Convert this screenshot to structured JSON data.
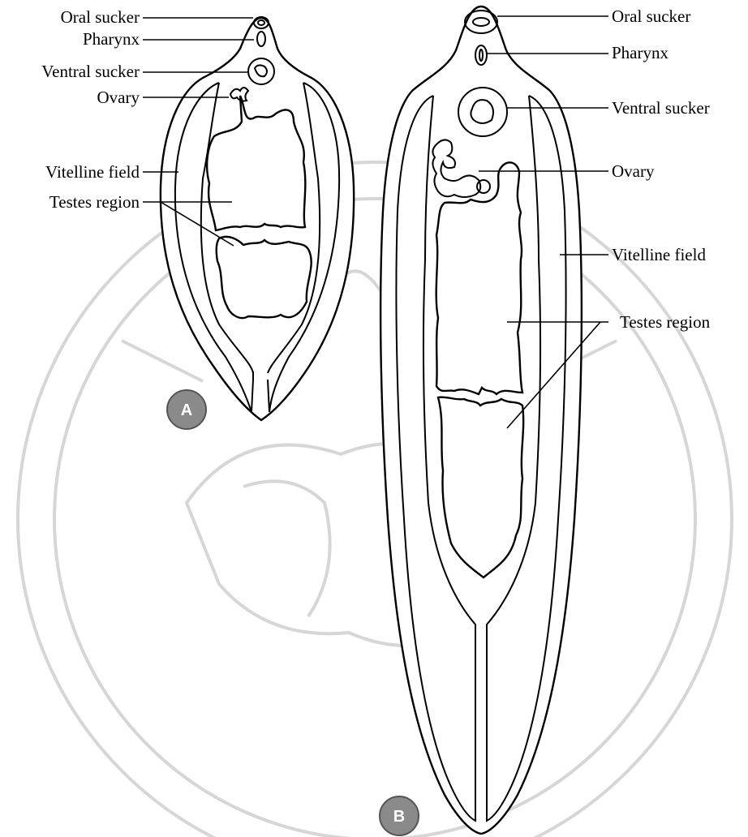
{
  "specimen_a": {
    "badge": "A",
    "labels": {
      "oral_sucker": "Oral sucker",
      "pharynx": "Pharynx",
      "ventral_sucker": "Ventral sucker",
      "ovary": "Ovary",
      "vitelline_field": "Vitelline field",
      "testes_region": "Testes region"
    }
  },
  "specimen_b": {
    "badge": "B",
    "labels": {
      "oral_sucker": "Oral sucker",
      "pharynx": "Pharynx",
      "ventral_sucker": "Ventral sucker",
      "ovary": "Ovary",
      "vitelline_field": "Vitelline field",
      "testes_region": "Testes region"
    }
  },
  "colors": {
    "badge_fill": "#8a8a8a",
    "outline": "#000000",
    "watermark": "#d6d6d6"
  }
}
